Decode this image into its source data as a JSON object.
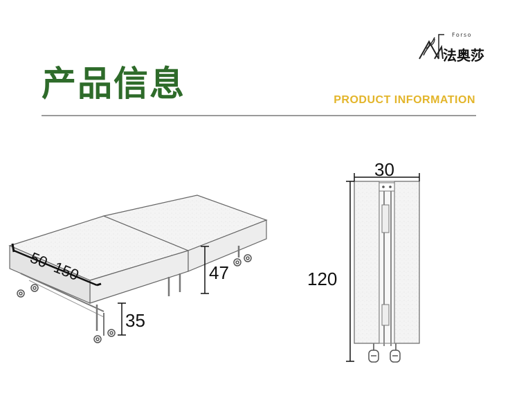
{
  "logo": {
    "brand_latin": "Forso",
    "brand_cn": "法奥莎"
  },
  "header": {
    "title_cn": "产品信息",
    "title_en": "PRODUCT INFORMATION",
    "title_cn_color": "#2e6b2a",
    "title_en_color": "#e3b52a"
  },
  "dimensions": {
    "width_range": "50–150",
    "bed_height": "47",
    "leg_height": "35",
    "folded_depth": "30",
    "folded_height": "120"
  }
}
